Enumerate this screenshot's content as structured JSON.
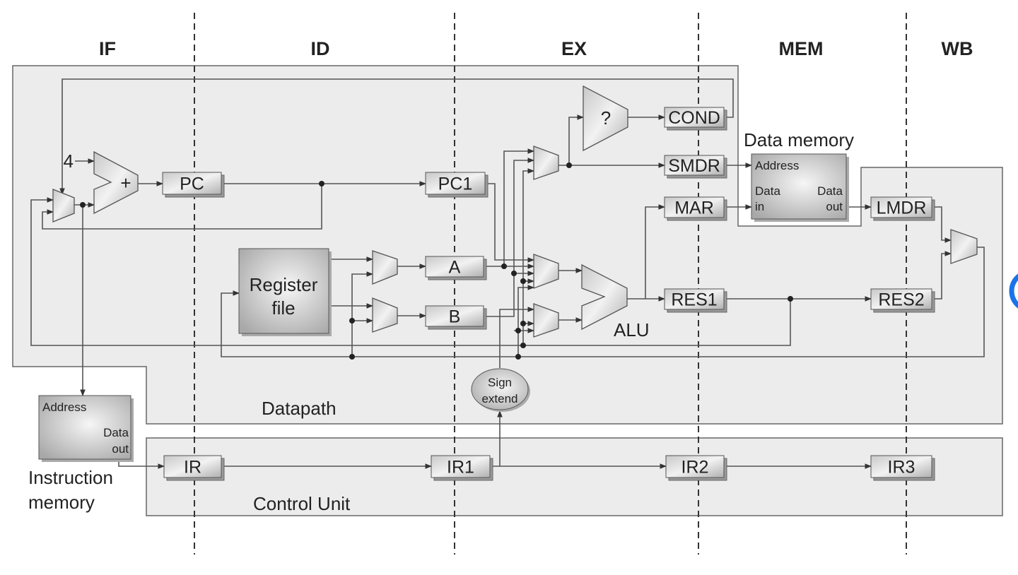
{
  "stages": [
    "IF",
    "ID",
    "EX",
    "MEM",
    "WB"
  ],
  "registers": {
    "pc": "PC",
    "pc1": "PC1",
    "a": "A",
    "b": "B",
    "cond": "COND",
    "smdr": "SMDR",
    "mar": "MAR",
    "res1": "RES1",
    "lmdr": "LMDR",
    "res2": "RES2",
    "ir": "IR",
    "ir1": "IR1",
    "ir2": "IR2",
    "ir3": "IR3"
  },
  "units": {
    "constant_four": "4",
    "adder_symbol": "+",
    "comparator_symbol": "?",
    "alu": "ALU",
    "register_file": [
      "Register",
      "file"
    ],
    "sign_extend": [
      "Sign",
      "extend"
    ],
    "data_memory": {
      "title": "Data memory",
      "address": "Address",
      "data_in": [
        "Data",
        "in"
      ],
      "data_out": [
        "Data",
        "out"
      ]
    },
    "instruction_memory": {
      "title": [
        "Instruction",
        "memory"
      ],
      "address": "Address",
      "data_out": [
        "Data",
        "out"
      ]
    }
  },
  "regions": {
    "datapath": "Datapath",
    "control_unit": "Control Unit"
  },
  "colors": {
    "region_fill": "#ececec",
    "block_fill": "#d4d4d4",
    "wire": "#555555",
    "accent_circle": "#1a73e8"
  }
}
